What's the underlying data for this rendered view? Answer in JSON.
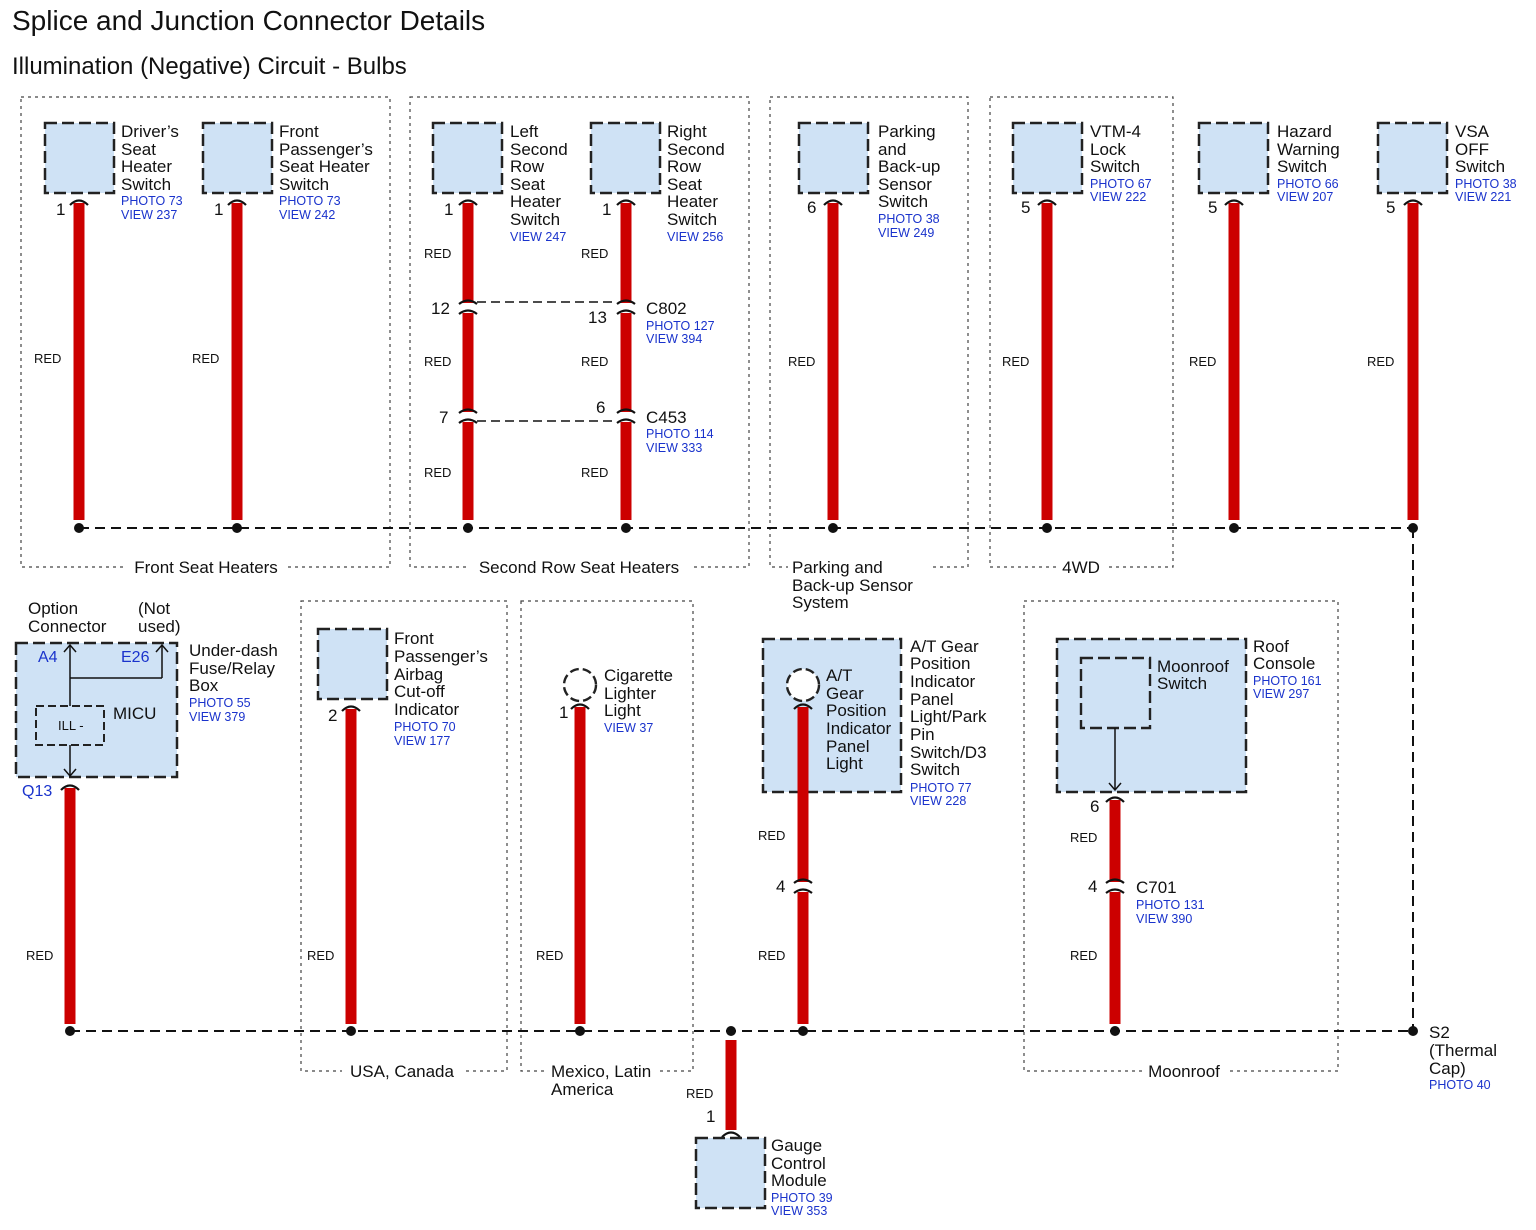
{
  "header": {
    "title": "Splice and Junction Connector Details",
    "subtitle": "Illumination (Negative) Circuit - Bulbs"
  },
  "groups": {
    "front_seat_heaters": "Front Seat Heaters",
    "second_row": "Second Row Seat Heaters",
    "parking_1": "Parking and",
    "parking_2": "Back-up Sensor",
    "parking_3": "System",
    "fourwd": "4WD",
    "usa": "USA, Canada",
    "mexico_1": "Mexico, Latin",
    "mexico_2": "America",
    "moonroof": "Moonroof"
  },
  "wire_color": "RED",
  "components": {
    "driver_seat": {
      "lines": [
        "Driver’s",
        "Seat",
        "Heater",
        "Switch"
      ],
      "photo": "PHOTO 73",
      "view": "VIEW 237",
      "pin": "1"
    },
    "front_pass_seat": {
      "lines": [
        "Front",
        "Passenger’s",
        "Seat Heater",
        "Switch"
      ],
      "photo": "PHOTO 73",
      "view": "VIEW 242",
      "pin": "1"
    },
    "left_second": {
      "lines": [
        "Left",
        "Second",
        "Row",
        "Seat",
        "Heater",
        "Switch"
      ],
      "view": "VIEW 247",
      "pin": "1"
    },
    "right_second": {
      "lines": [
        "Right",
        "Second",
        "Row",
        "Seat",
        "Heater",
        "Switch"
      ],
      "view": "VIEW 256",
      "pin": "1"
    },
    "parking": {
      "lines": [
        "Parking",
        "and",
        "Back-up",
        "Sensor",
        "Switch"
      ],
      "photo": "PHOTO 38",
      "view": "VIEW 249",
      "pin": "6"
    },
    "vtm4": {
      "lines": [
        "VTM-4",
        "Lock",
        "Switch"
      ],
      "photo": "PHOTO 67",
      "view": "VIEW 222",
      "pin": "5"
    },
    "hazard": {
      "lines": [
        "Hazard",
        "Warning",
        "Switch"
      ],
      "photo": "PHOTO 66",
      "view": "VIEW 207",
      "pin": "5"
    },
    "vsa": {
      "lines": [
        "VSA",
        "OFF",
        "Switch"
      ],
      "photo": "PHOTO 38",
      "view": "VIEW 221",
      "pin": "5"
    },
    "underdash": {
      "lines": [
        "Under-dash",
        "Fuse/Relay",
        "Box"
      ],
      "photo": "PHOTO 55",
      "view": "VIEW 379",
      "micu": "MICU",
      "ill": "ILL -",
      "a4": "A4",
      "e26": "E26",
      "q13": "Q13",
      "opt1": "Option",
      "opt2": "Connector",
      "nu1": "(Not",
      "nu2": "used)"
    },
    "airbag": {
      "lines": [
        "Front",
        "Passenger’s",
        "Airbag",
        "Cut-off",
        "Indicator"
      ],
      "photo": "PHOTO 70",
      "view": "VIEW 177",
      "pin": "2"
    },
    "cigarette": {
      "lines": [
        "Cigarette",
        "Lighter",
        "Light"
      ],
      "view": "VIEW 37",
      "pin": "1"
    },
    "at_gear": {
      "lines": [
        "A/T Gear",
        "Position",
        "Indicator",
        "Panel",
        "Light/Park",
        "Pin",
        "Switch/D3",
        "Switch"
      ],
      "inner": [
        "A/T",
        "Gear",
        "Position",
        "Indicator",
        "Panel",
        "Light"
      ],
      "photo": "PHOTO 77",
      "view": "VIEW 228"
    },
    "roof": {
      "lines": [
        "Roof",
        "Console"
      ],
      "photo": "PHOTO 161",
      "view": "VIEW 297",
      "inner": [
        "Moonroof",
        "Switch"
      ],
      "pin": "6"
    },
    "gauge": {
      "lines": [
        "Gauge",
        "Control",
        "Module"
      ],
      "photo": "PHOTO 39",
      "view": "VIEW 353",
      "pin": "1"
    }
  },
  "connectors": {
    "c802": {
      "name": "C802",
      "photo": "PHOTO 127",
      "view": "VIEW 394",
      "pin_left": "12",
      "pin_right": "13"
    },
    "c453": {
      "name": "C453",
      "photo": "PHOTO 114",
      "view": "VIEW 333",
      "pin_left": "7",
      "pin_right": "6"
    },
    "c701": {
      "name": "C701",
      "photo": "PHOTO 131",
      "view": "VIEW 390",
      "pin": "4"
    },
    "at_pin": "4"
  },
  "splice": {
    "lines": [
      "S2",
      "(Thermal",
      "Cap)"
    ],
    "photo": "PHOTO 40"
  }
}
